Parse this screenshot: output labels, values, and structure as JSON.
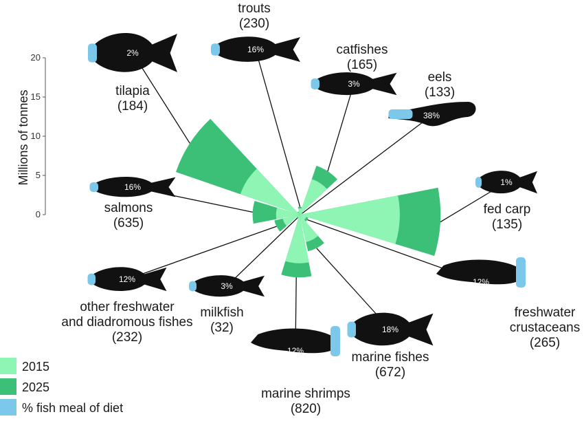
{
  "colors": {
    "y2015": "#8ef5b4",
    "y2025": "#3cbf77",
    "fishmeal": "#7cc8ea",
    "silhouette": "#111111"
  },
  "legend": {
    "items": [
      {
        "label": "2015",
        "color": "#8ef5b4"
      },
      {
        "label": "2025",
        "color": "#3cbf77"
      },
      {
        "label": "% fish meal of diet",
        "color": "#7cc8ea"
      }
    ]
  },
  "chart_data": {
    "type": "radial-bar",
    "ylabel": "Millions of tonnes",
    "ylim": [
      0,
      20
    ],
    "ticks": [
      0,
      5,
      10,
      15,
      20
    ],
    "series": [
      {
        "name": "2015"
      },
      {
        "name": "2025"
      }
    ],
    "categories": [
      {
        "label": "trouts",
        "sub": "(230)",
        "v2015": 0.8,
        "v2025": 1.0,
        "fishmeal_pct": "16%"
      },
      {
        "label": "catfishes",
        "sub": "(165)",
        "v2015": 4.8,
        "v2025": 6.6,
        "fishmeal_pct": "3%"
      },
      {
        "label": "eels",
        "sub": "(133)",
        "v2015": 0.3,
        "v2025": 0.4,
        "fishmeal_pct": "38%"
      },
      {
        "label": "fed carp",
        "sub": "(135)",
        "v2015": 12.8,
        "v2025": 18.0,
        "fishmeal_pct": "1%"
      },
      {
        "label": "freshwater crustaceans",
        "sub": "(265)",
        "v2015": 0.9,
        "v2025": 1.2,
        "fishmeal_pct": "12%"
      },
      {
        "label": "marine fishes",
        "sub": "(672)",
        "v2015": 3.6,
        "v2025": 4.8,
        "fishmeal_pct": "18%"
      },
      {
        "label": "marine shrimps",
        "sub": "(820)",
        "v2015": 6.2,
        "v2025": 8.0,
        "fishmeal_pct": "12%"
      },
      {
        "label": "milkfish",
        "sub": "(32)",
        "v2015": 0.4,
        "v2025": 0.5,
        "fishmeal_pct": "3%"
      },
      {
        "label": "other freshwater and diadromous fishes",
        "sub": "(232)",
        "v2015": 2.2,
        "v2025": 3.3,
        "fishmeal_pct": "12%"
      },
      {
        "label": "salmons",
        "sub": "(635)",
        "v2015": 3.0,
        "v2025": 6.0,
        "fishmeal_pct": "16%"
      },
      {
        "label": "tilapia",
        "sub": "(184)",
        "v2015": 8.0,
        "v2025": 16.7,
        "fishmeal_pct": "2%"
      },
      {
        "label": "",
        "sub": "",
        "v2015": 0.3,
        "v2025": 0.4,
        "fishmeal_pct": ""
      }
    ]
  }
}
